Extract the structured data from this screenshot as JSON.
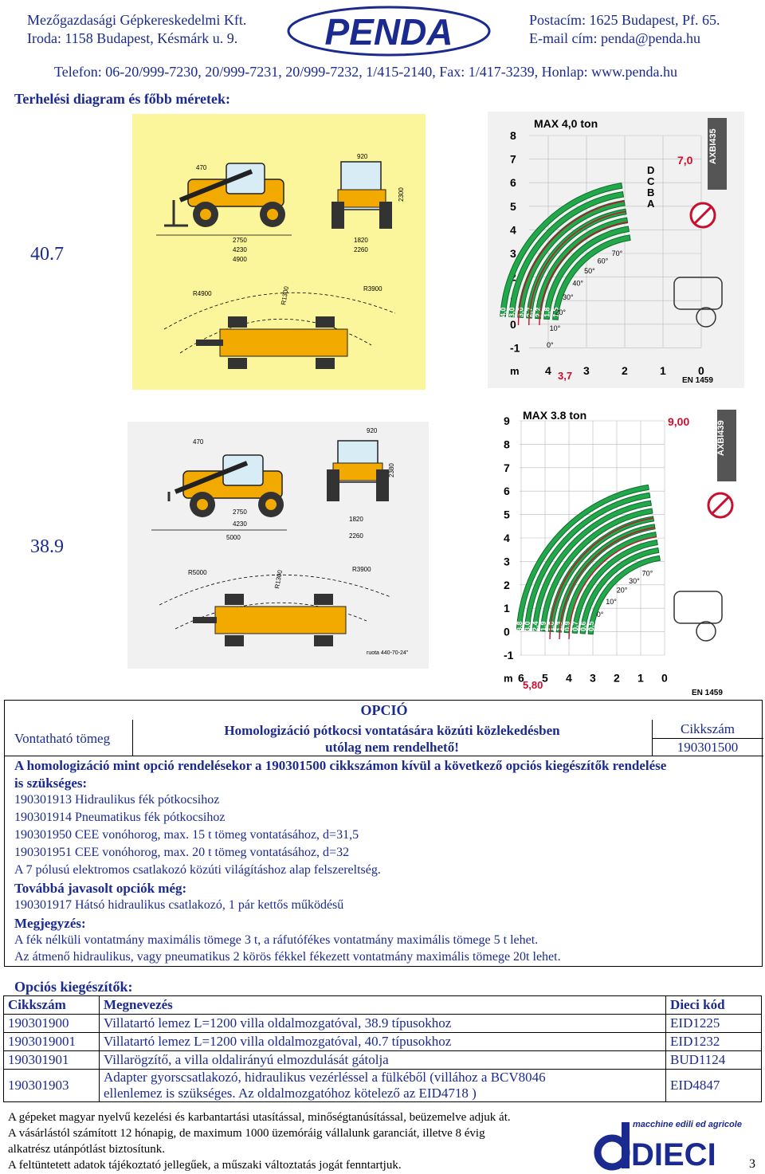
{
  "header": {
    "company_name": "Mezőgazdasági Gépkereskedelmi Kft.",
    "office": "Iroda: 1158 Budapest, Késmárk u. 9.",
    "postal": "Postacím: 1625 Budapest, Pf. 65.",
    "email": "E-mail cím: penda@penda.hu",
    "phone_line": "Telefon: 06-20/999-7230, 20/999-7231, 20/999-7232, 1/415-2140, Fax: 1/417-3239, Honlap: www.penda.hu",
    "logo_text": "PENDA"
  },
  "section_title": "Terhelési diagram és főbb méretek:",
  "models": [
    {
      "label": "40.7",
      "dims": {
        "d470": "470",
        "d920": "920",
        "d2300": "2300",
        "d2750": "2750",
        "d4230": "4230",
        "d4900": "4900",
        "d1820": "1820",
        "d2260": "2260",
        "r4900": "R4900",
        "r1300": "R1300",
        "r3900": "R3900"
      },
      "chart": {
        "max": "MAX 4,0 ton",
        "code": "AXBI435",
        "reach_top": "7,0",
        "reach_bottom": "3,7",
        "standard": "EN 1459",
        "y_ticks": [
          "8",
          "7",
          "6",
          "5",
          "4",
          "3",
          "2",
          "1",
          "0",
          "-1",
          "m"
        ],
        "x_ticks": [
          "4",
          "3",
          "2",
          "1",
          "0"
        ],
        "angles": [
          "70°",
          "60°",
          "50°",
          "40°",
          "30°",
          "20°",
          "10°",
          "0°"
        ],
        "zones": [
          "D",
          "C",
          "B",
          "A"
        ],
        "loads": [
          "1,5",
          "1,8",
          "2,2",
          "2,7",
          "3,0",
          "3,0",
          "4,0"
        ]
      }
    },
    {
      "label": "38.9",
      "dims": {
        "d470": "470",
        "d920": "920",
        "d2380": "2380",
        "d2750": "2750",
        "d4230": "4230",
        "d5000": "5000",
        "d1820": "1820",
        "d2260": "2260",
        "r5000": "R5000",
        "r1300": "R1300",
        "r3900": "R3900",
        "tyre": "ruota 440-70-24\""
      },
      "chart": {
        "max": "MAX 3.8 ton",
        "code": "AXBI439",
        "reach_top": "9,00",
        "reach_bottom": "5,80",
        "standard": "EN 1459",
        "y_ticks": [
          "9",
          "8",
          "7",
          "6",
          "5",
          "4",
          "3",
          "2",
          "1",
          "0",
          "-1",
          "m"
        ],
        "x_ticks": [
          "6",
          "5",
          "4",
          "3",
          "2",
          "1",
          "0"
        ],
        "angles": [
          "70°",
          "30°",
          "20°",
          "10°",
          "0°"
        ],
        "loads": [
          "0,5",
          "0,6",
          "0,7",
          "0,9",
          "1,3",
          "1,6",
          "1,9",
          "2,4",
          "3,0",
          "3,8"
        ]
      }
    }
  ],
  "opcio": {
    "title": "OPCIÓ",
    "left_label": "Vontatható tömeg",
    "description_line1": "Homologizáció pótkocsi vontatására közúti közlekedésben",
    "description_line2": "utólag nem rendelhető!",
    "code_label": "Cikkszám",
    "code_value": "190301500",
    "intro_line1": "A homologizáció mint opció rendelésekor a 190301500 cikkszámon kívül a következő opciós kiegészítők rendelése",
    "intro_line2": "is szükséges:",
    "items": [
      "190301913 Hidraulikus fék pótkocsihoz",
      "190301914 Pneumatikus fék pótkocsihoz",
      "190301950 CEE vonóhorog, max. 15 t tömeg vontatásához, d=31,5",
      "190301951 CEE vonóhorog, max. 20 t tömeg vontatásához, d=32",
      "A 7 pólusú elektromos csatlakozó közúti világításhoz alap felszereltség."
    ],
    "recommended_title": "Továbbá javasolt opciók még:",
    "recommended_item": "190301917 Hátsó hidraulikus csatlakozó, 1 pár kettős működésű",
    "notes_title": "Megjegyzés:",
    "notes": [
      "A fék nélküli vontatmány maximális tömege 3 t, a ráfutófékes vontatmány maximális tömege 5 t lehet.",
      "Az átmenő hidraulikus, vagy pneumatikus 2 körös fékkel fékezett vontatmány maximális tömege 20t lehet."
    ]
  },
  "accessories": {
    "title": "Opciós kiegészítők:",
    "headers": [
      "Cikkszám",
      "Megnevezés",
      "Dieci kód"
    ],
    "rows": [
      {
        "code": "190301900",
        "name": "Villatartó lemez L=1200 villa oldalmozgatóval, 38.9 típusokhoz",
        "dieci": "EID1225"
      },
      {
        "code": "1903019001",
        "name": "Villatartó lemez L=1200 villa oldalmozgatóval, 40.7 típusokhoz",
        "dieci": "EID1232"
      },
      {
        "code": "190301901",
        "name": "Villarögzítő, a villa oldalirányú elmozdulását gátolja",
        "dieci": "BUD1124"
      },
      {
        "code": "190301903",
        "name_line1": "Adapter gyorscsatlakozó, hidraulikus vezérléssel a fülkéből (villához a BCV8046",
        "name_line2": "ellenlemez is szükséges. Az oldalmozgatóhoz kötelező az EID4718 )",
        "dieci": "EID4847"
      }
    ]
  },
  "footer": {
    "lines": [
      "A gépeket magyar nyelvű kezelési és karbantartási utasítással, minőségtanúsítással, beüzemelve adjuk át.",
      "A vásárlástól számított 12 hónapig, de maximum 1000 üzemóráig vállalunk garanciát, illetve 8 évig",
      "alkatrész utánpótlást biztosítunk.",
      "A feltüntetett adatok tájékoztató jellegűek, a műszaki változtatás jogát fenntartjuk."
    ],
    "brand_tagline": "macchine edili ed agricole",
    "brand": "DIECI",
    "page_number": "3"
  },
  "colors": {
    "text_blue": "#1b2a8e",
    "chart_green": "#22a84a",
    "chart_red": "#c8102e",
    "yellow_bg": "#fbf59b",
    "machine_yellow": "#f2a900"
  }
}
